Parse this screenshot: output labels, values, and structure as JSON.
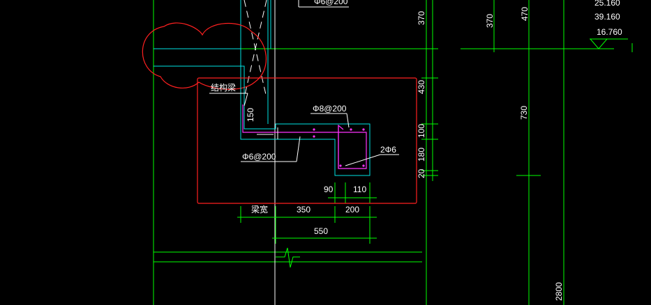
{
  "drawing": {
    "background_color": "#000000",
    "colors": {
      "dimension": "#00ff00",
      "outline": "#00e5e5",
      "text": "#ffffff",
      "rebar": "#ff33ff",
      "highlight": "#ff2020"
    },
    "top_rebar_note": "Φ6@200",
    "right_dims_1": [
      "370",
      "430",
      "100",
      "180",
      "20"
    ],
    "right_dims_2": [
      "370",
      "730",
      "2800"
    ],
    "right_dims_3": [
      "470"
    ],
    "elevations": [
      "25.160",
      "39.160",
      "16.760"
    ],
    "label_structural": "结构梁",
    "dim_150": "150",
    "rebar_top": "Φ8@200",
    "rebar_bottom": "Φ6@200",
    "rebar_corner": "2Φ6",
    "dim_90": "90",
    "dim_110": "110",
    "label_beam_width": "梁宽",
    "dim_350": "350",
    "dim_200": "200",
    "dim_550": "550"
  }
}
